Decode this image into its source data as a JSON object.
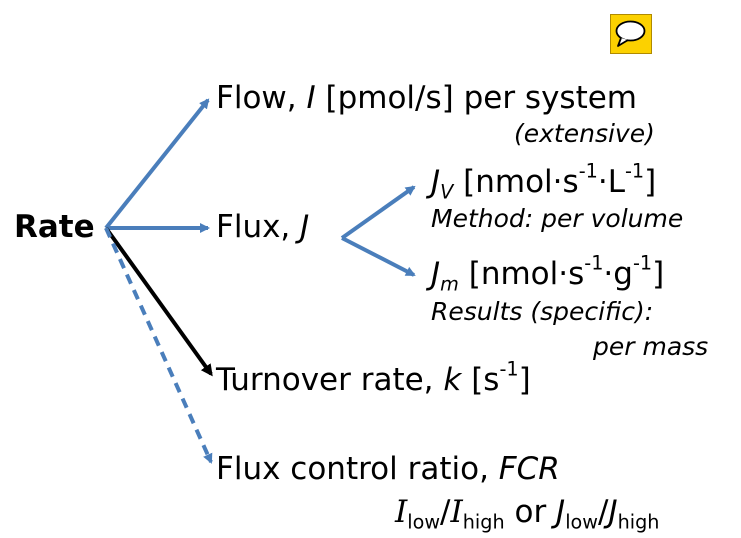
{
  "root": {
    "label": "Rate"
  },
  "flow": {
    "label": "Flow, ",
    "symbol": "I",
    "unit": " [pmol/s] per system",
    "note": "(extensive)"
  },
  "flux": {
    "label": "Flux, ",
    "symbol": "J"
  },
  "jv": {
    "symbol": "J",
    "sub": "V",
    "unit_pre": " [nmol·s",
    "exp1": "-1",
    "unit_mid": "·L",
    "exp2": "-1",
    "unit_post": "]",
    "note": "Method: per volume"
  },
  "jm": {
    "symbol": "J",
    "sub": "m",
    "unit_pre": " [nmol·s",
    "exp1": "-1",
    "unit_mid": "·g",
    "exp2": "-1",
    "unit_post": "]",
    "note1": "Results (specific):",
    "note2": "per mass"
  },
  "turnover": {
    "label": "Turnover rate, ",
    "symbol": "k",
    "unit_pre": " [s",
    "exp": "-1",
    "unit_post": "]"
  },
  "fcr": {
    "label": "Flux control ratio, ",
    "symbol": "FCR",
    "formula": {
      "i1": "I",
      "s1": "low",
      "slash1": "/",
      "i2": "I",
      "s2": "high",
      "or": " or ",
      "j1": "J",
      "s3": "low",
      "slash2": "/",
      "j2": "J",
      "s4": "high"
    }
  },
  "colors": {
    "blue_arrow": "#4a7ebb",
    "black_arrow": "#000000",
    "note_icon": "#fcd100"
  },
  "icons": [
    "comment-icon"
  ]
}
